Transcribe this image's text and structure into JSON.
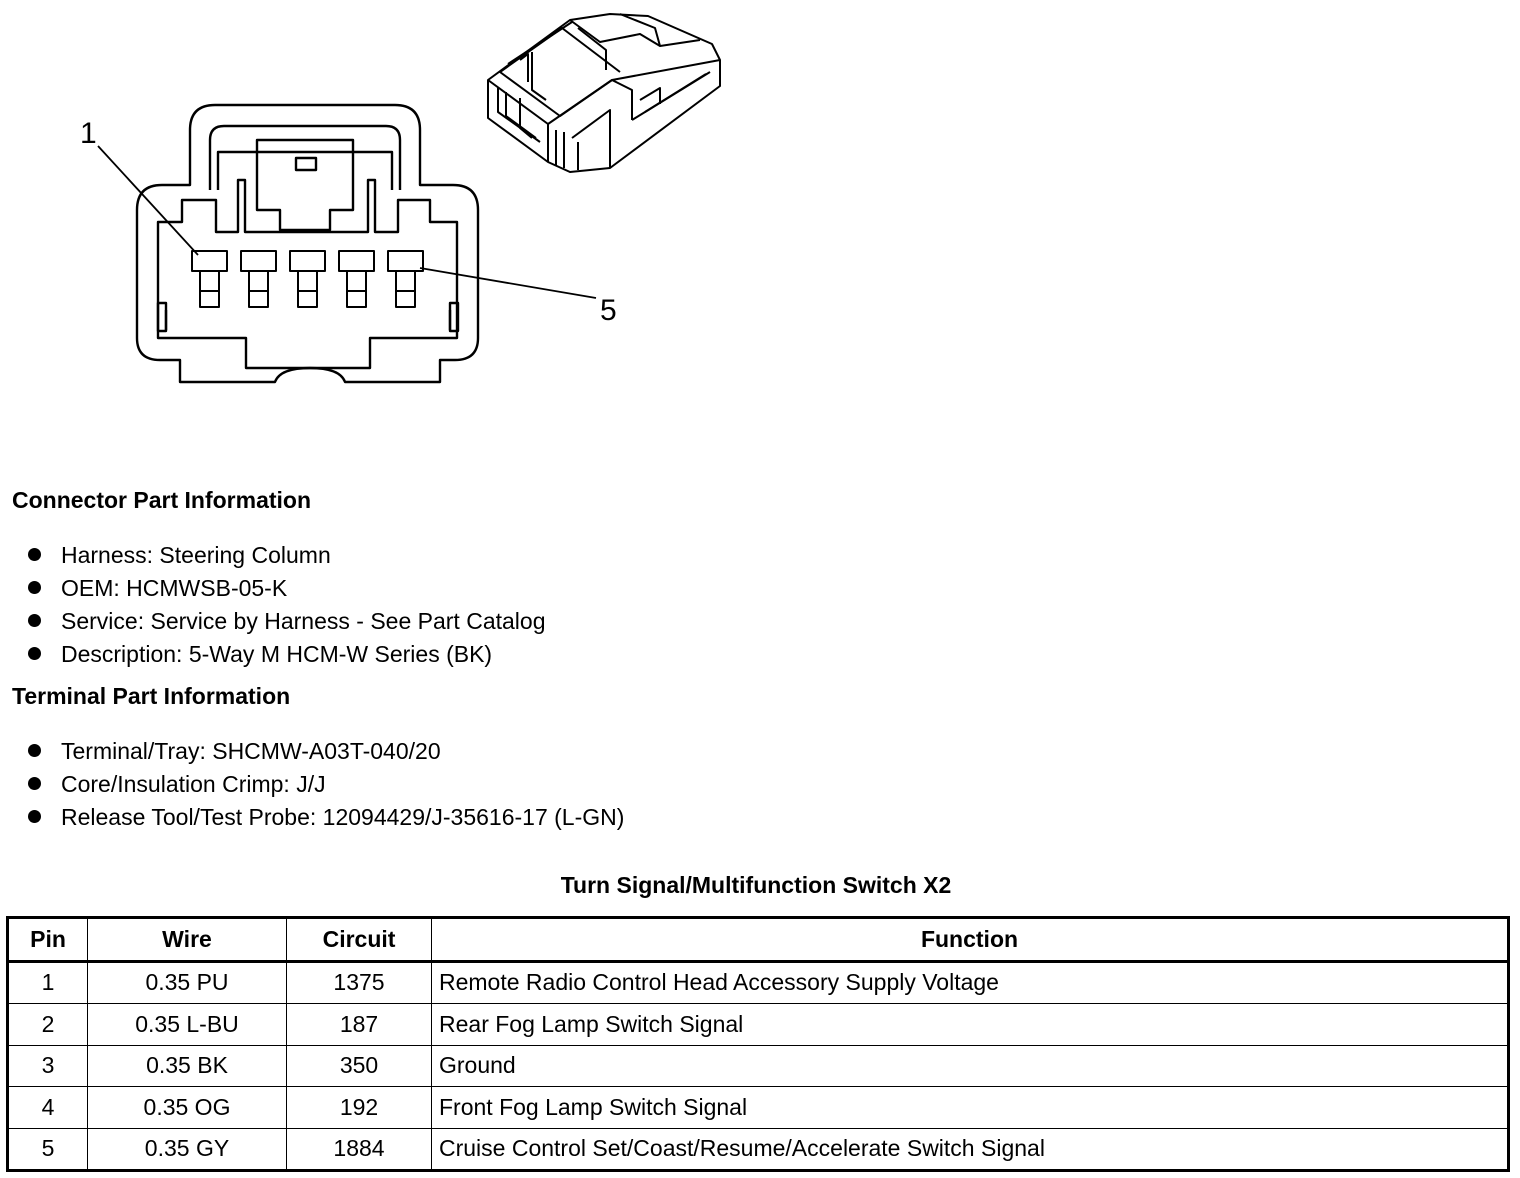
{
  "diagram": {
    "pin_label_first": "1",
    "pin_label_last": "5"
  },
  "connector_section": {
    "heading": "Connector Part Information",
    "items": [
      "Harness: Steering Column",
      "OEM: HCMWSB-05-K",
      "Service: Service by Harness - See Part Catalog",
      "Description: 5-Way M HCM-W Series (BK)"
    ]
  },
  "terminal_section": {
    "heading": "Terminal Part Information",
    "items": [
      "Terminal/Tray: SHCMW-A03T-040/20",
      "Core/Insulation Crimp: J/J",
      "Release Tool/Test Probe: 12094429/J-35616-17 (L-GN)"
    ]
  },
  "table": {
    "title": "Turn Signal/Multifunction Switch X2",
    "headers": [
      "Pin",
      "Wire",
      "Circuit",
      "Function"
    ],
    "rows": [
      [
        "1",
        "0.35 PU",
        "1375",
        "Remote Radio Control Head Accessory Supply Voltage"
      ],
      [
        "2",
        "0.35 L-BU",
        "187",
        "Rear Fog Lamp Switch Signal"
      ],
      [
        "3",
        "0.35 BK",
        "350",
        "Ground"
      ],
      [
        "4",
        "0.35 OG",
        "192",
        "Front Fog Lamp Switch Signal"
      ],
      [
        "5",
        "0.35 GY",
        "1884",
        "Cruise Control Set/Coast/Resume/Accelerate Switch Signal"
      ]
    ]
  }
}
